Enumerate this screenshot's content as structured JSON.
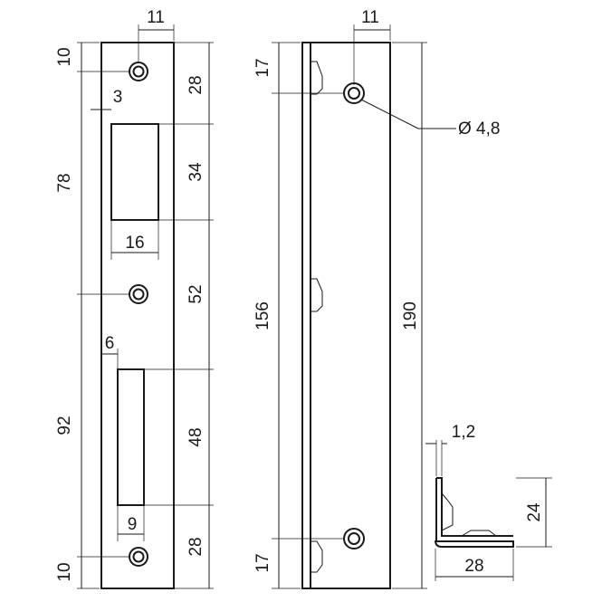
{
  "dimensions": {
    "front_top_width": "11",
    "front_top_margin": "10",
    "front_hole_to_slot": "28",
    "front_slot_offset": "3",
    "front_upper_span": "78",
    "front_slot1_height": "34",
    "front_slot1_width": "16",
    "front_mid_span": "52",
    "front_slot2_offset": "6",
    "front_lower_span": "92",
    "front_slot2_height": "48",
    "front_slot2_width": "9",
    "front_bottom_span": "28",
    "front_bottom_margin": "10",
    "side_top_width": "11",
    "side_top_margin": "17",
    "side_hole_diameter": "Ø 4,8",
    "side_hole_span": "156",
    "side_total_height": "190",
    "side_bottom_margin": "17",
    "profile_thickness": "1,2",
    "profile_height": "24",
    "profile_width": "28"
  }
}
